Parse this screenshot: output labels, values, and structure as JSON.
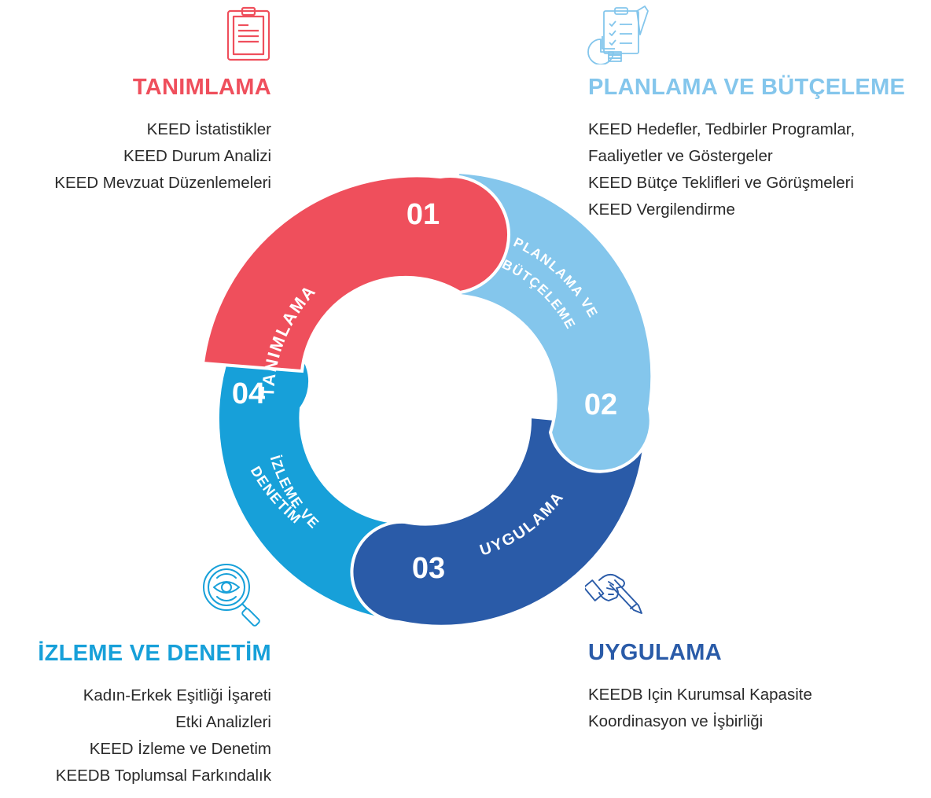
{
  "cycle": {
    "segments": [
      {
        "number": "01",
        "label": "TANIMLAMA",
        "color": "#ef4f5c"
      },
      {
        "number": "02",
        "label": "PLANLAMA VE BÜTÇELEME",
        "line1": "PLANLAMA VE",
        "line2": "BÜTÇELEME",
        "color": "#84c6ec"
      },
      {
        "number": "03",
        "label": "UYGULAMA",
        "color": "#2a5ba8"
      },
      {
        "number": "04",
        "label": "İZLEME VE DENETİM",
        "line1": "İZLEME VE",
        "line2": "DENETİM",
        "color": "#17a0d9"
      }
    ]
  },
  "sections": {
    "tanimlama": {
      "title": "TANIMLAMA",
      "title_color": "#ef4f5c",
      "icon": "clipboard-icon",
      "items": [
        "KEED İstatistikler",
        "KEED Durum Analizi",
        "KEED Mevzuat Düzenlemeleri"
      ]
    },
    "planlama": {
      "title": "PLANLAMA VE BÜTÇELEME",
      "title_color": "#84c6ec",
      "icon": "checklist-chart-icon",
      "items": [
        "KEED Hedefler, Tedbirler Programlar,",
        "Faaliyetler ve Göstergeler",
        "KEED Bütçe Teklifleri ve Görüşmeleri",
        "KEED Vergilendirme"
      ]
    },
    "uygulama": {
      "title": "UYGULAMA",
      "title_color": "#2a5ba8",
      "icon": "hand-pen-icon",
      "items": [
        "KEEDB Için Kurumsal Kapasite",
        "Koordinasyon ve İşbirliği"
      ]
    },
    "izleme": {
      "title": "İZLEME VE DENETİM",
      "title_color": "#17a0d9",
      "icon": "magnifier-eye-icon",
      "items": [
        "Kadın-Erkek Eşitliği İşareti",
        "Etki Analizleri",
        "KEED İzleme ve Denetim",
        "KEEDB Toplumsal Farkındalık"
      ]
    }
  }
}
